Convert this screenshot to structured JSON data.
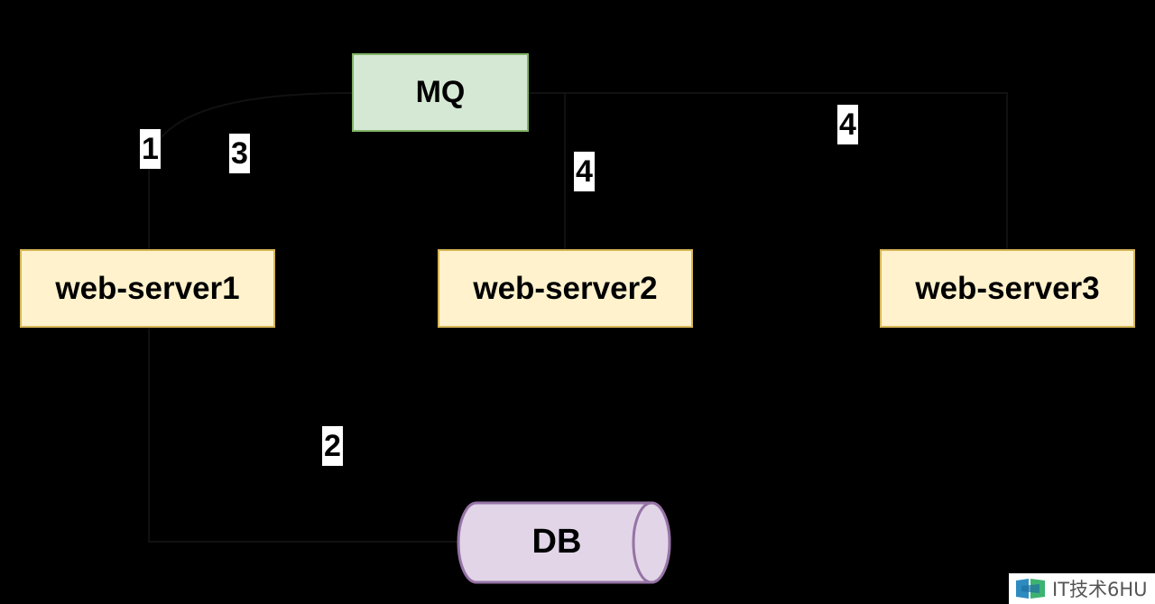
{
  "diagram": {
    "mq": {
      "label": "MQ"
    },
    "servers": [
      {
        "label": "web-server1"
      },
      {
        "label": "web-server2"
      },
      {
        "label": "web-server3"
      }
    ],
    "db": {
      "label": "DB"
    },
    "steps": {
      "s1": "1",
      "s2": "2",
      "s3": "3",
      "s4a": "4",
      "s4b": "4"
    }
  },
  "watermark": {
    "text": "IT技术6HU"
  },
  "colors": {
    "background": "#000000",
    "mq_fill": "#d5e8d4",
    "mq_border": "#82b366",
    "server_fill": "#fff2cc",
    "server_border": "#d6b656",
    "db_fill": "#e1d5e7",
    "db_border": "#9673a6"
  }
}
